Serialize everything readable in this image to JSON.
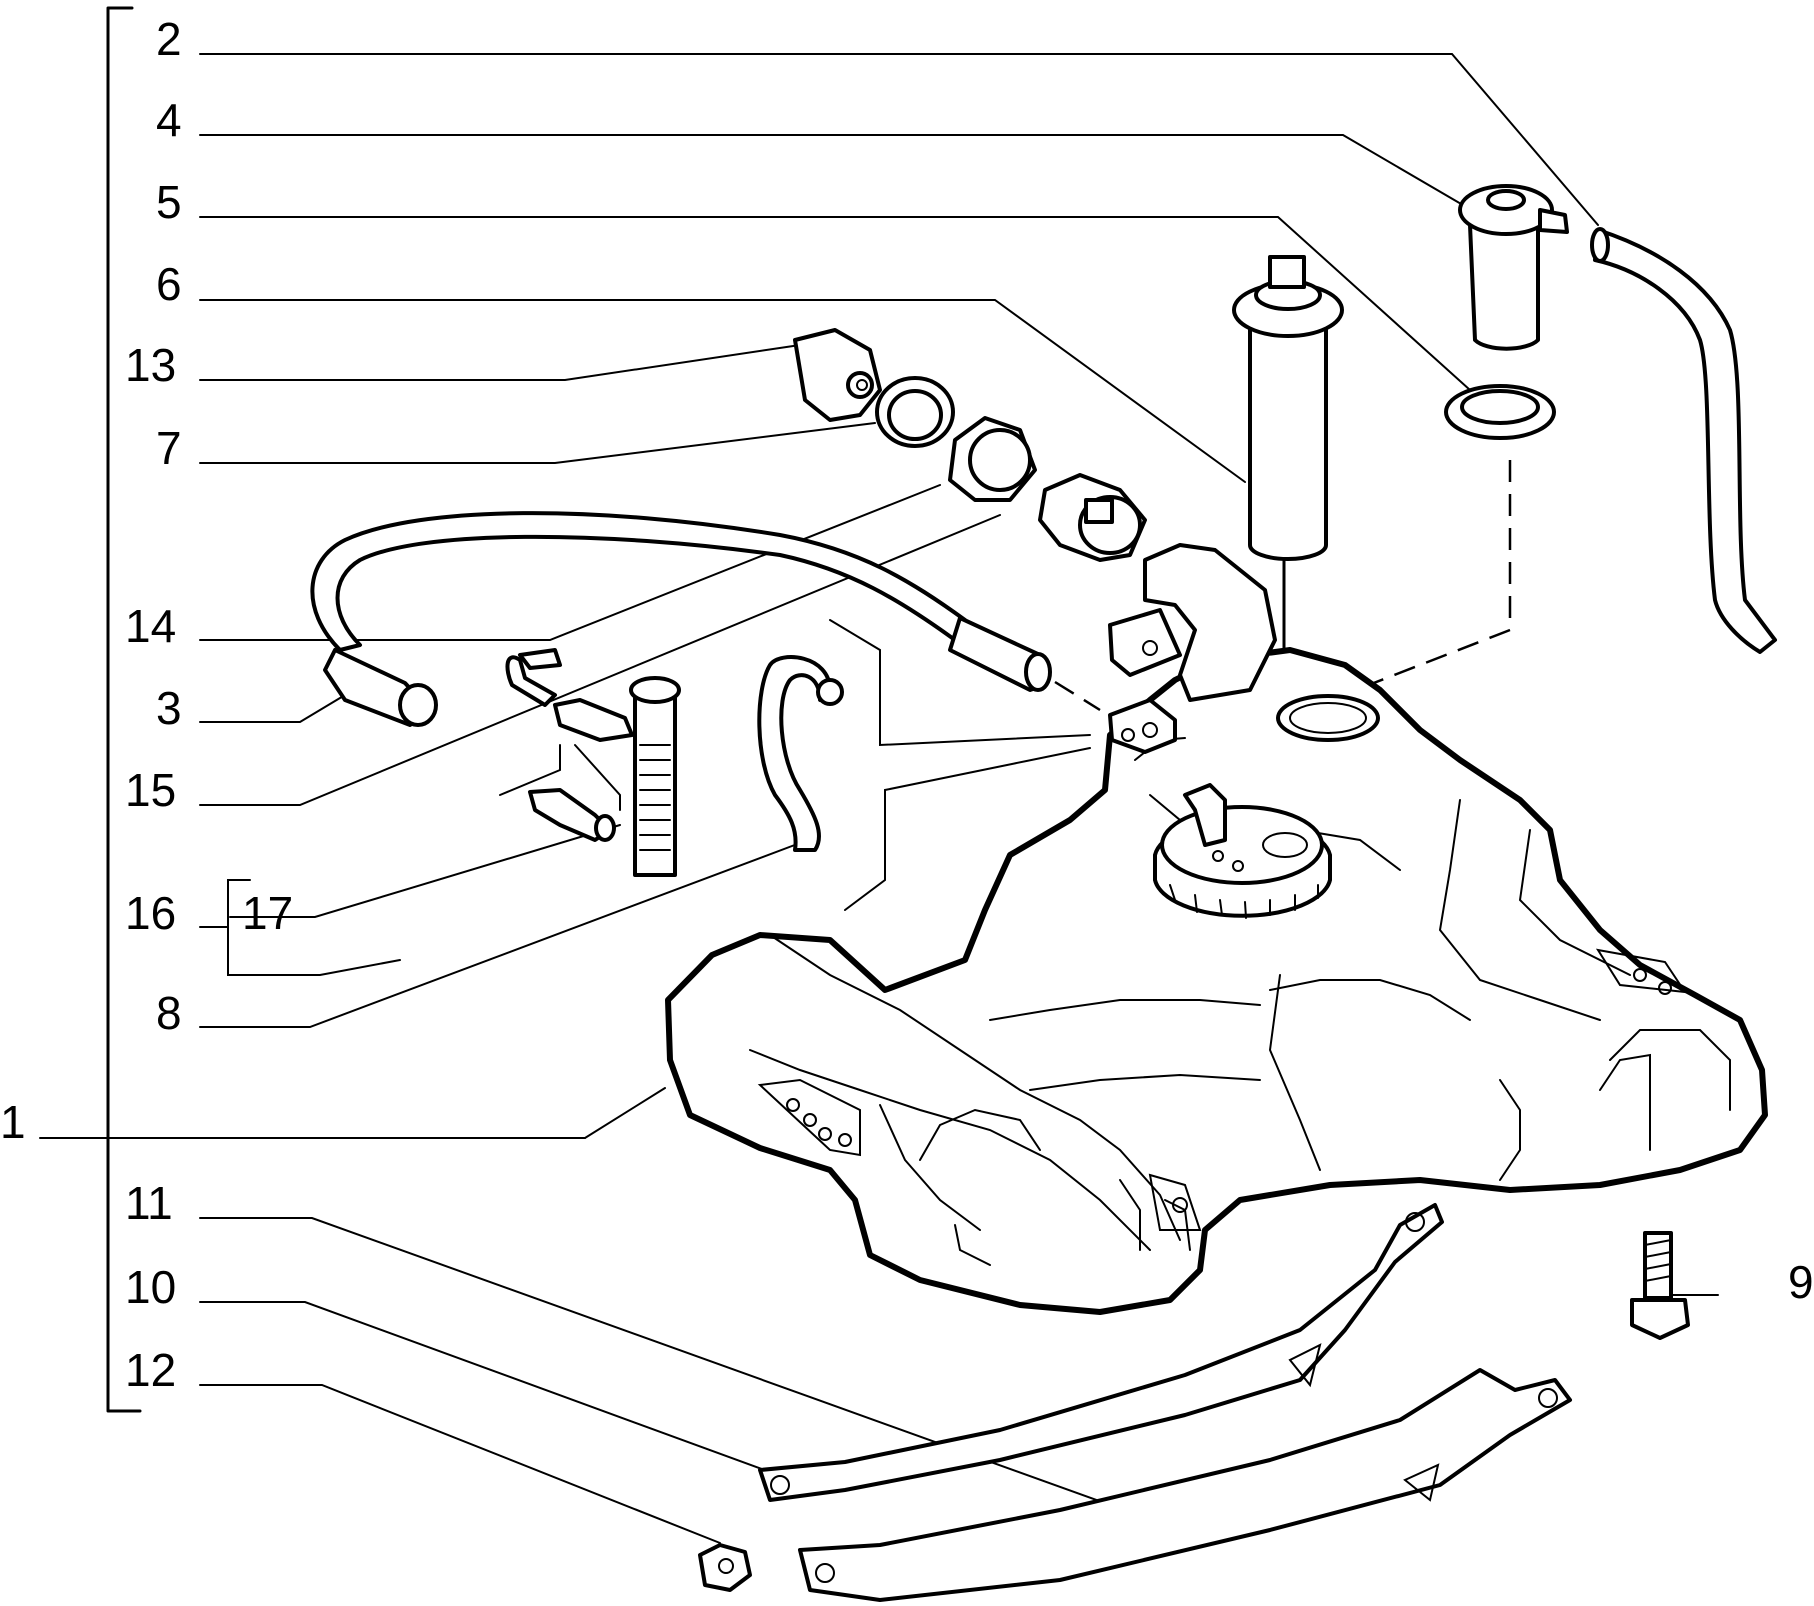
{
  "callouts": {
    "c2": "2",
    "c4": "4",
    "c5": "5",
    "c6": "6",
    "c13": "13",
    "c7": "7",
    "c14": "14",
    "c3": "3",
    "c15": "15",
    "c16": "16",
    "c17": "17",
    "c8": "8",
    "c1": "1",
    "c11": "11",
    "c10": "10",
    "c12": "12",
    "c9": "9"
  }
}
